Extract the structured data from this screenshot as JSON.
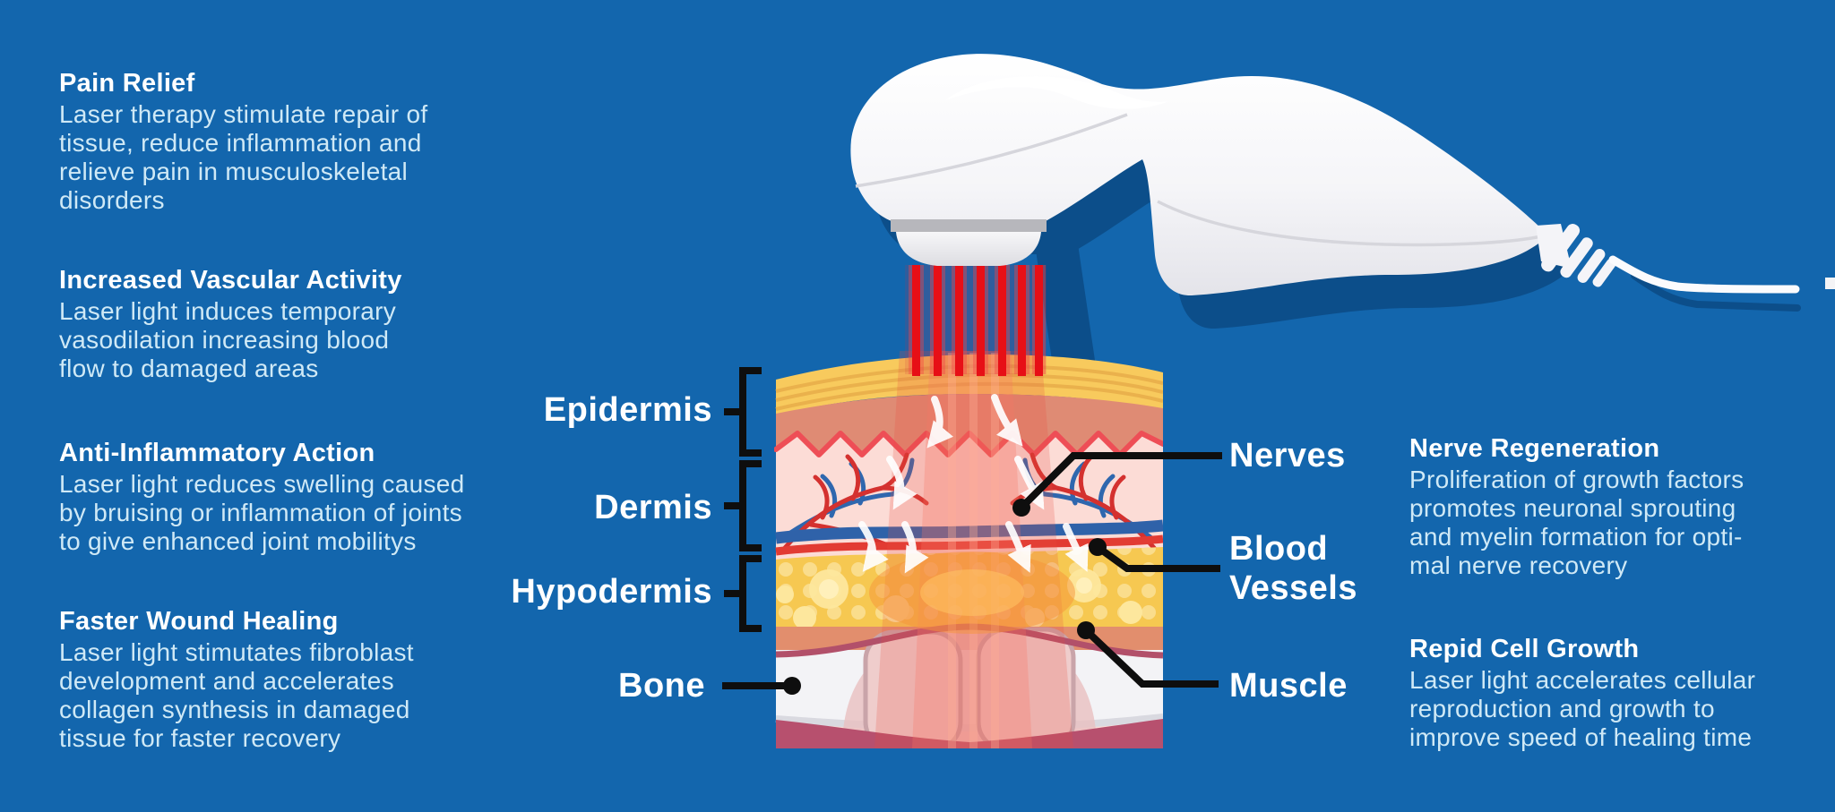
{
  "title_semantics": "Laser therapy benefits infographic",
  "colors": {
    "background": "#1366ad",
    "shadow_blue": "#0c4e8a",
    "title_text": "#ffffff",
    "body_text": "#cfe9f6",
    "laser_red": "#e70f16",
    "pointer_black": "#0e0e0e",
    "skin_stratum_yellow": "#f8ca5d",
    "skin_epidermis_salmon": "#df8b74",
    "skin_ridge_red": "#ee4e56",
    "skin_dermis_pink": "#fcdcd6",
    "vessel_red": "#d4312f",
    "vessel_blue": "#2f67ae",
    "fat_yellow": "#f6c851",
    "muscle_salmon": "#e28e6d",
    "deep_tissue_maroon": "#b7506e",
    "bone_white": "#f3f3f6",
    "cartilage_pink": "#efcdcc",
    "device_white": "#ffffff",
    "device_band_gray": "#b7b7bc"
  },
  "left_column": {
    "blocks": [
      {
        "title": "Pain Relief",
        "lines": [
          "Laser therapy stimulate repair of",
          "tissue, reduce inflammation and",
          "relieve pain in musculoskeletal",
          "disorders"
        ]
      },
      {
        "title": "Increased Vascular Activity",
        "lines": [
          "Laser light induces temporary",
          "vasodilation increasing blood",
          "flow to damaged areas"
        ]
      },
      {
        "title": "Anti-Inflammatory Action",
        "lines": [
          "Laser light reduces swelling caused",
          "by bruising or inflammation of joints",
          "to give enhanced joint mobilitys"
        ]
      },
      {
        "title": "Faster Wound Healing",
        "lines": [
          "Laser light stimutates fibroblast",
          "development and accelerates",
          "collagen synthesis in damaged",
          "tissue for faster recovery"
        ]
      }
    ]
  },
  "right_column": {
    "blocks": [
      {
        "title": "Nerve Regeneration",
        "lines": [
          "Proliferation of growth factors",
          "promotes neuronal sprouting",
          "and myelin formation for opti-",
          "mal nerve recovery"
        ]
      },
      {
        "title": "Repid Cell Growth",
        "lines": [
          "Laser light accelerates cellular",
          "reproduction and growth to",
          "improve speed of healing time"
        ]
      }
    ]
  },
  "diagram": {
    "layer_labels": {
      "epidermis": "Epidermis",
      "dermis": "Dermis",
      "hypodermis": "Hypodermis",
      "bone": "Bone"
    },
    "part_labels": {
      "nerves": "Nerves",
      "blood_line1": "Blood",
      "blood_line2": "Vessels",
      "muscle": "Muscle"
    }
  }
}
